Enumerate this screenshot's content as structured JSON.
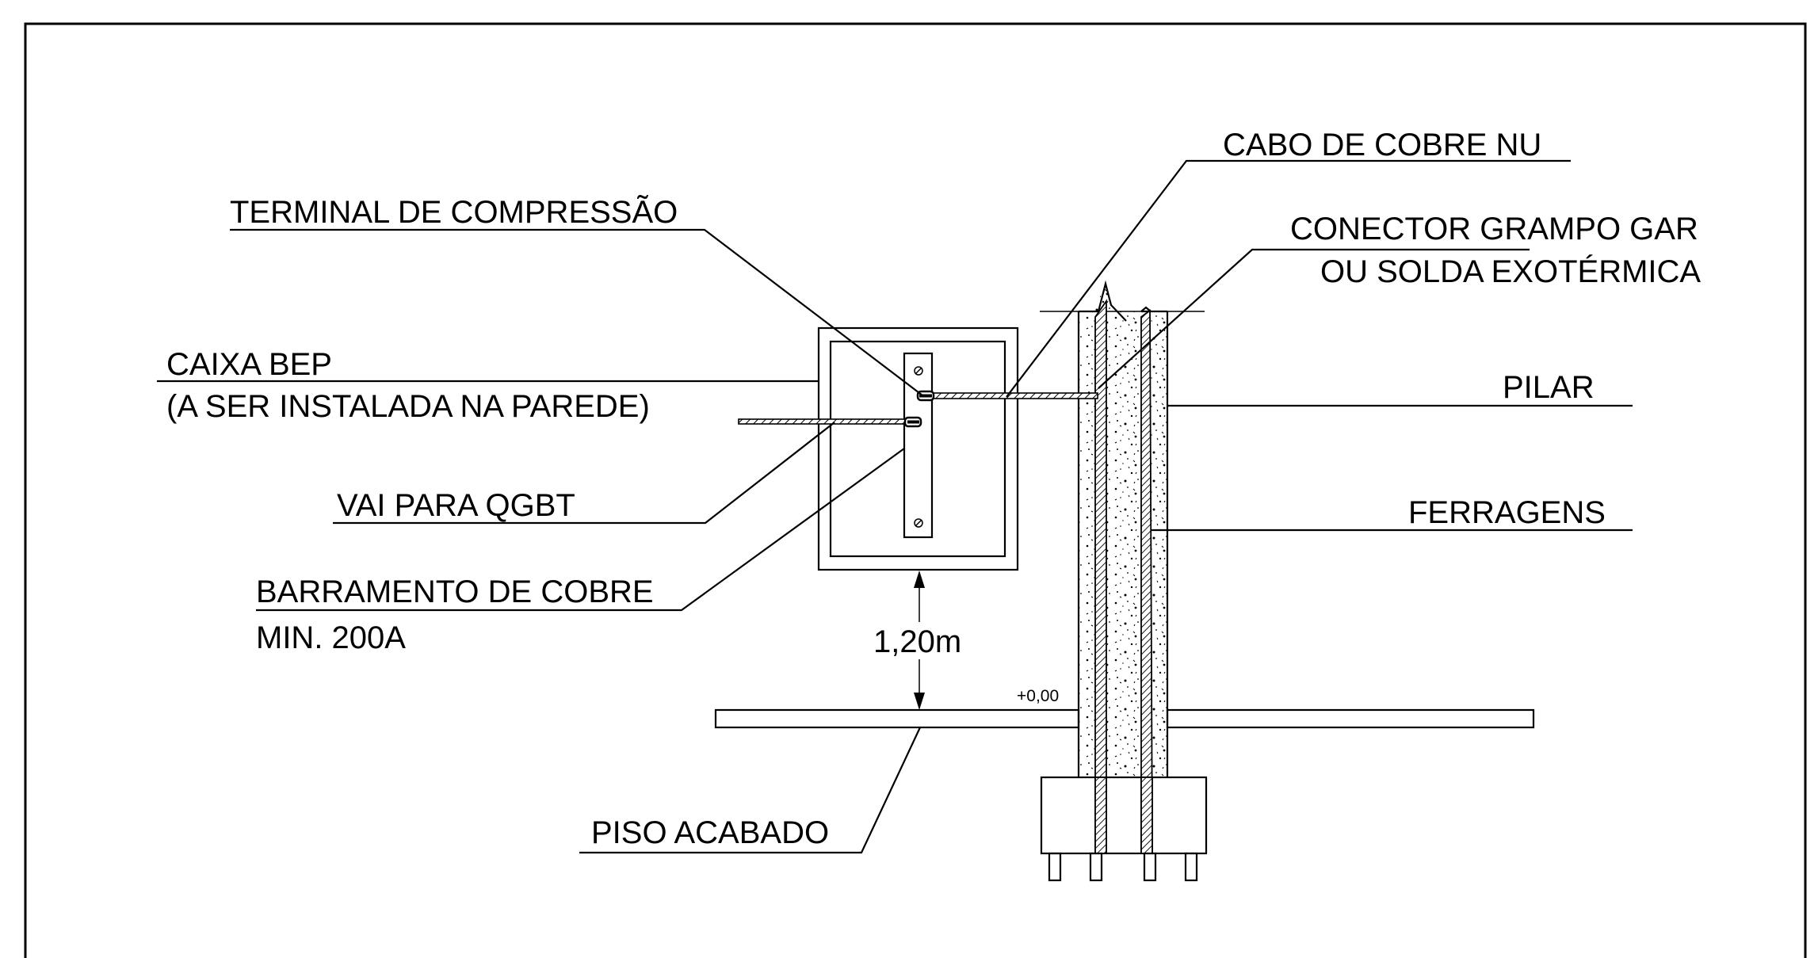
{
  "labels": {
    "cabo_cobre": "CABO DE COBRE NU",
    "terminal": "TERMINAL DE COMPRESSÃO",
    "conector_1": "CONECTOR GRAMPO GAR",
    "conector_2": "OU SOLDA EXOTÉRMICA",
    "caixa_1": "CAIXA BEP",
    "caixa_2": "(A SER INSTALADA NA PAREDE)",
    "pilar": "PILAR",
    "vai_para": "VAI PARA QGBT",
    "ferragens": "FERRAGENS",
    "barramento_1": "BARRAMENTO DE COBRE",
    "barramento_2": "MIN. 200A",
    "altura": "1,20m",
    "nivel": "+0,00",
    "piso": "PISO ACABADO"
  },
  "colors": {
    "line": "#000000",
    "background": "#ffffff"
  }
}
